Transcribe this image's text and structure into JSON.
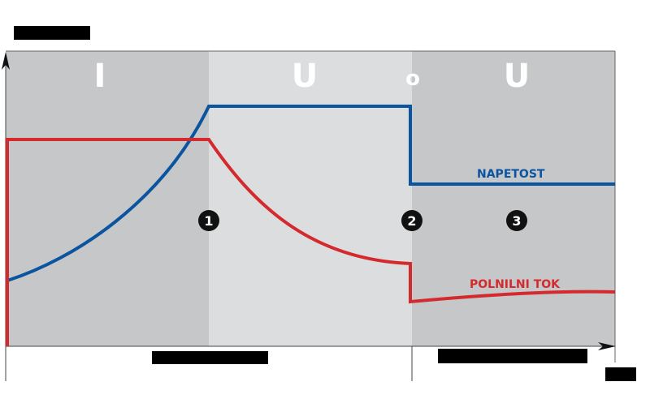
{
  "phases": [
    "I",
    "U",
    "o",
    "U"
  ],
  "labels": {
    "voltage": "NAPETOST",
    "current": "POLNILNI TOK"
  },
  "markers": [
    "1",
    "2",
    "3"
  ],
  "colors": {
    "voltage": "#0b54a0",
    "current": "#d42a2e",
    "zone_dark": "#c6c7c9",
    "zone_light": "#dcdddf"
  }
}
